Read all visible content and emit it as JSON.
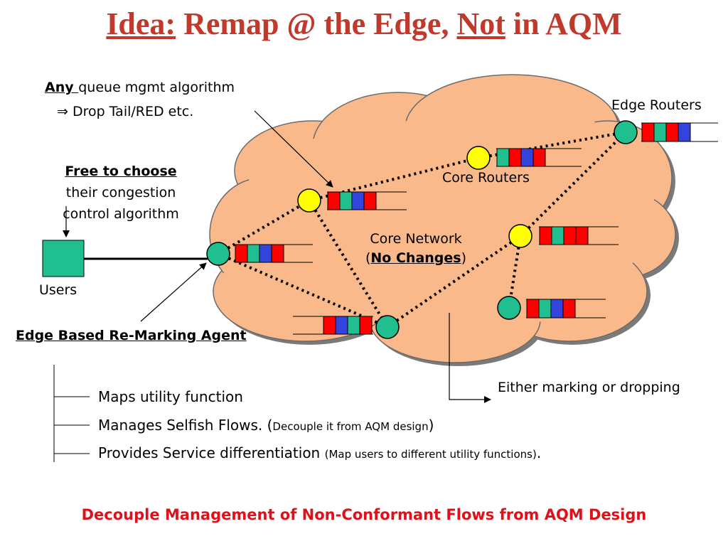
{
  "title": {
    "part1": "Idea:",
    "part2": " Remap @ the Edge, ",
    "part3": "Not",
    "part4": " in AQM"
  },
  "annotations": {
    "any_prefix": "Any ",
    "any_rest": "queue mgmt algorithm",
    "drop_tail": "⇒ Drop Tail/RED etc.",
    "free_choose": "Free to choose",
    "congestion_line1": "their congestion",
    "congestion_line2": "control algorithm",
    "users": "Users",
    "agent": "Edge Based Re-Marking Agent",
    "edge_routers": "Edge Routers",
    "core_routers": "Core Routers",
    "core_network": "Core Network",
    "no_changes_open": "(",
    "no_changes": "No Changes",
    "no_changes_close": ")",
    "marking": "Either marking or dropping"
  },
  "bullets": [
    {
      "main": "Maps utility function",
      "note": "",
      "tail": ""
    },
    {
      "main": "Manages Selfish Flows. (",
      "note": "Decouple it from AQM design",
      "tail": ")"
    },
    {
      "main": "Provides Service differentiation ",
      "note": "(Map users to different utility functions)",
      "tail": "."
    }
  ],
  "footer": "Decouple Management of Non-Conformant Flows from AQM Design",
  "colors": {
    "title": "#c0392b",
    "cloud": "#f9b98a",
    "edge_router": "#1fbf8f",
    "core_router": "#ffff00",
    "user_box": "#1fbf8f",
    "queue_red": "#ff0000",
    "queue_green": "#1fbf8f",
    "queue_blue": "#3344dd",
    "footer": "#e0101a"
  }
}
